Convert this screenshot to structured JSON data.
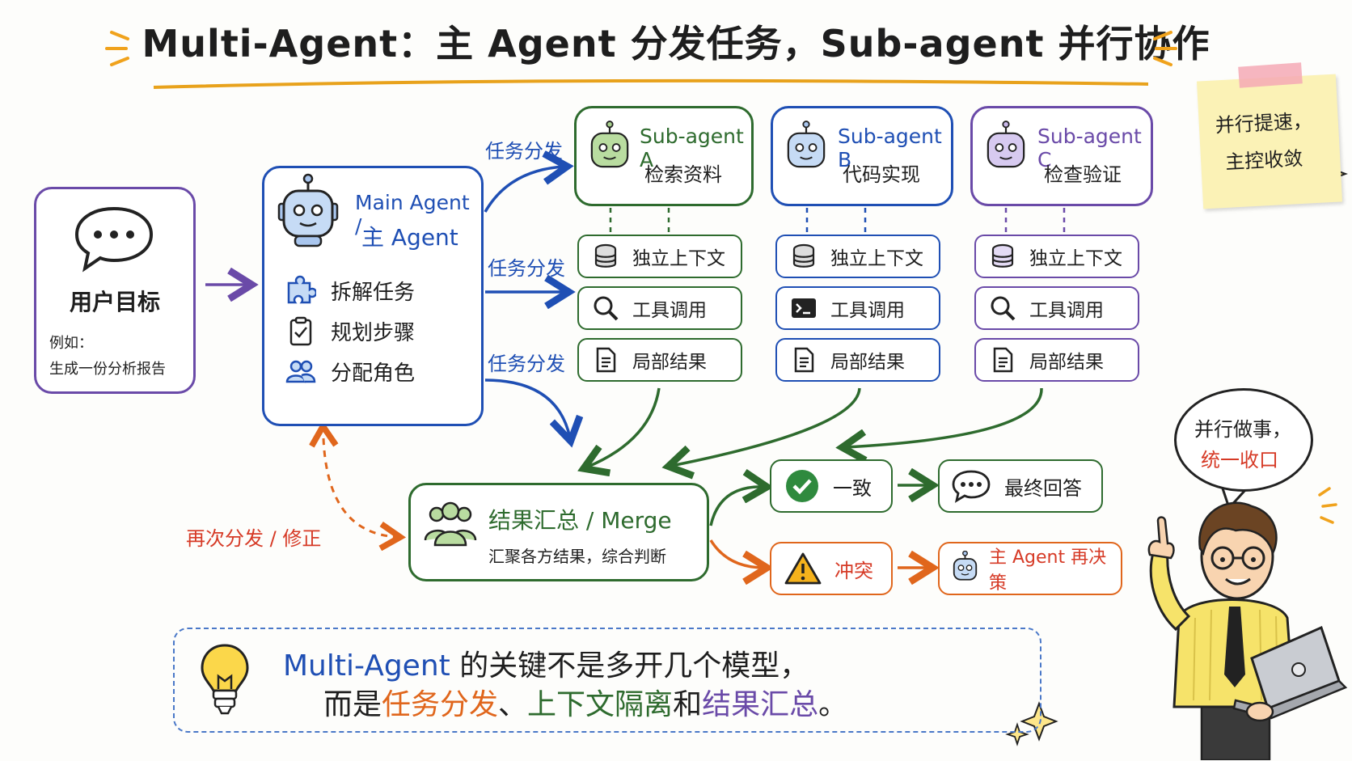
{
  "title": "Multi-Agent：主 Agent 分发任务，Sub-agent 并行协作",
  "colors": {
    "purple": "#6a4aa8",
    "blue": "#1f4fb4",
    "green": "#2e6b2e",
    "orange": "#e0661c",
    "red": "#d63a26"
  },
  "user": {
    "label": "用户目标",
    "example_prefix": "例如：",
    "example": "生成一份分析报告"
  },
  "main_agent": {
    "name_line1": "Main Agent /",
    "name_line2": "主 Agent",
    "items": [
      {
        "icon": "puzzle-icon",
        "label": "拆解任务"
      },
      {
        "icon": "checklist-icon",
        "label": "规划步骤"
      },
      {
        "icon": "people-icon",
        "label": "分配角色"
      }
    ]
  },
  "dispatch_labels": [
    "任务分发",
    "任务分发",
    "任务分发"
  ],
  "sub_agents": [
    {
      "name": "Sub-agent A",
      "role": "检索资料",
      "color": "#2e6b2e",
      "context": "独立上下文",
      "tool": "工具调用",
      "tool_icon": "magnifier-icon",
      "result": "局部结果"
    },
    {
      "name": "Sub-agent B",
      "role": "代码实现",
      "color": "#1f4fb4",
      "context": "独立上下文",
      "tool": "工具调用",
      "tool_icon": "terminal-icon",
      "result": "局部结果"
    },
    {
      "name": "Sub-agent C",
      "role": "检查验证",
      "color": "#6a4aa8",
      "context": "独立上下文",
      "tool": "工具调用",
      "tool_icon": "magnifier-icon",
      "result": "局部结果"
    }
  ],
  "merge": {
    "title": "结果汇总 / Merge",
    "subtitle": "汇聚各方结果，综合判断"
  },
  "redispatch": "再次分发 / 修正",
  "outcomes": {
    "consistent": "一致",
    "final_answer": "最终回答",
    "conflict": "冲突",
    "main_redecide": "主 Agent 再决策"
  },
  "sticky_note": {
    "line1": "并行提速，",
    "line2": "主控收敛"
  },
  "speech": {
    "line1": "并行做事，",
    "line2": "统一收口"
  },
  "bottom": {
    "part1": "Multi-Agent",
    "part2": " 的关键不是多开几个模型，",
    "line2_a": "而是",
    "line2_b": "任务分发",
    "line2_c": "、",
    "line2_d": "上下文隔离",
    "line2_e": "和",
    "line2_f": "结果汇总",
    "line2_g": "。"
  }
}
